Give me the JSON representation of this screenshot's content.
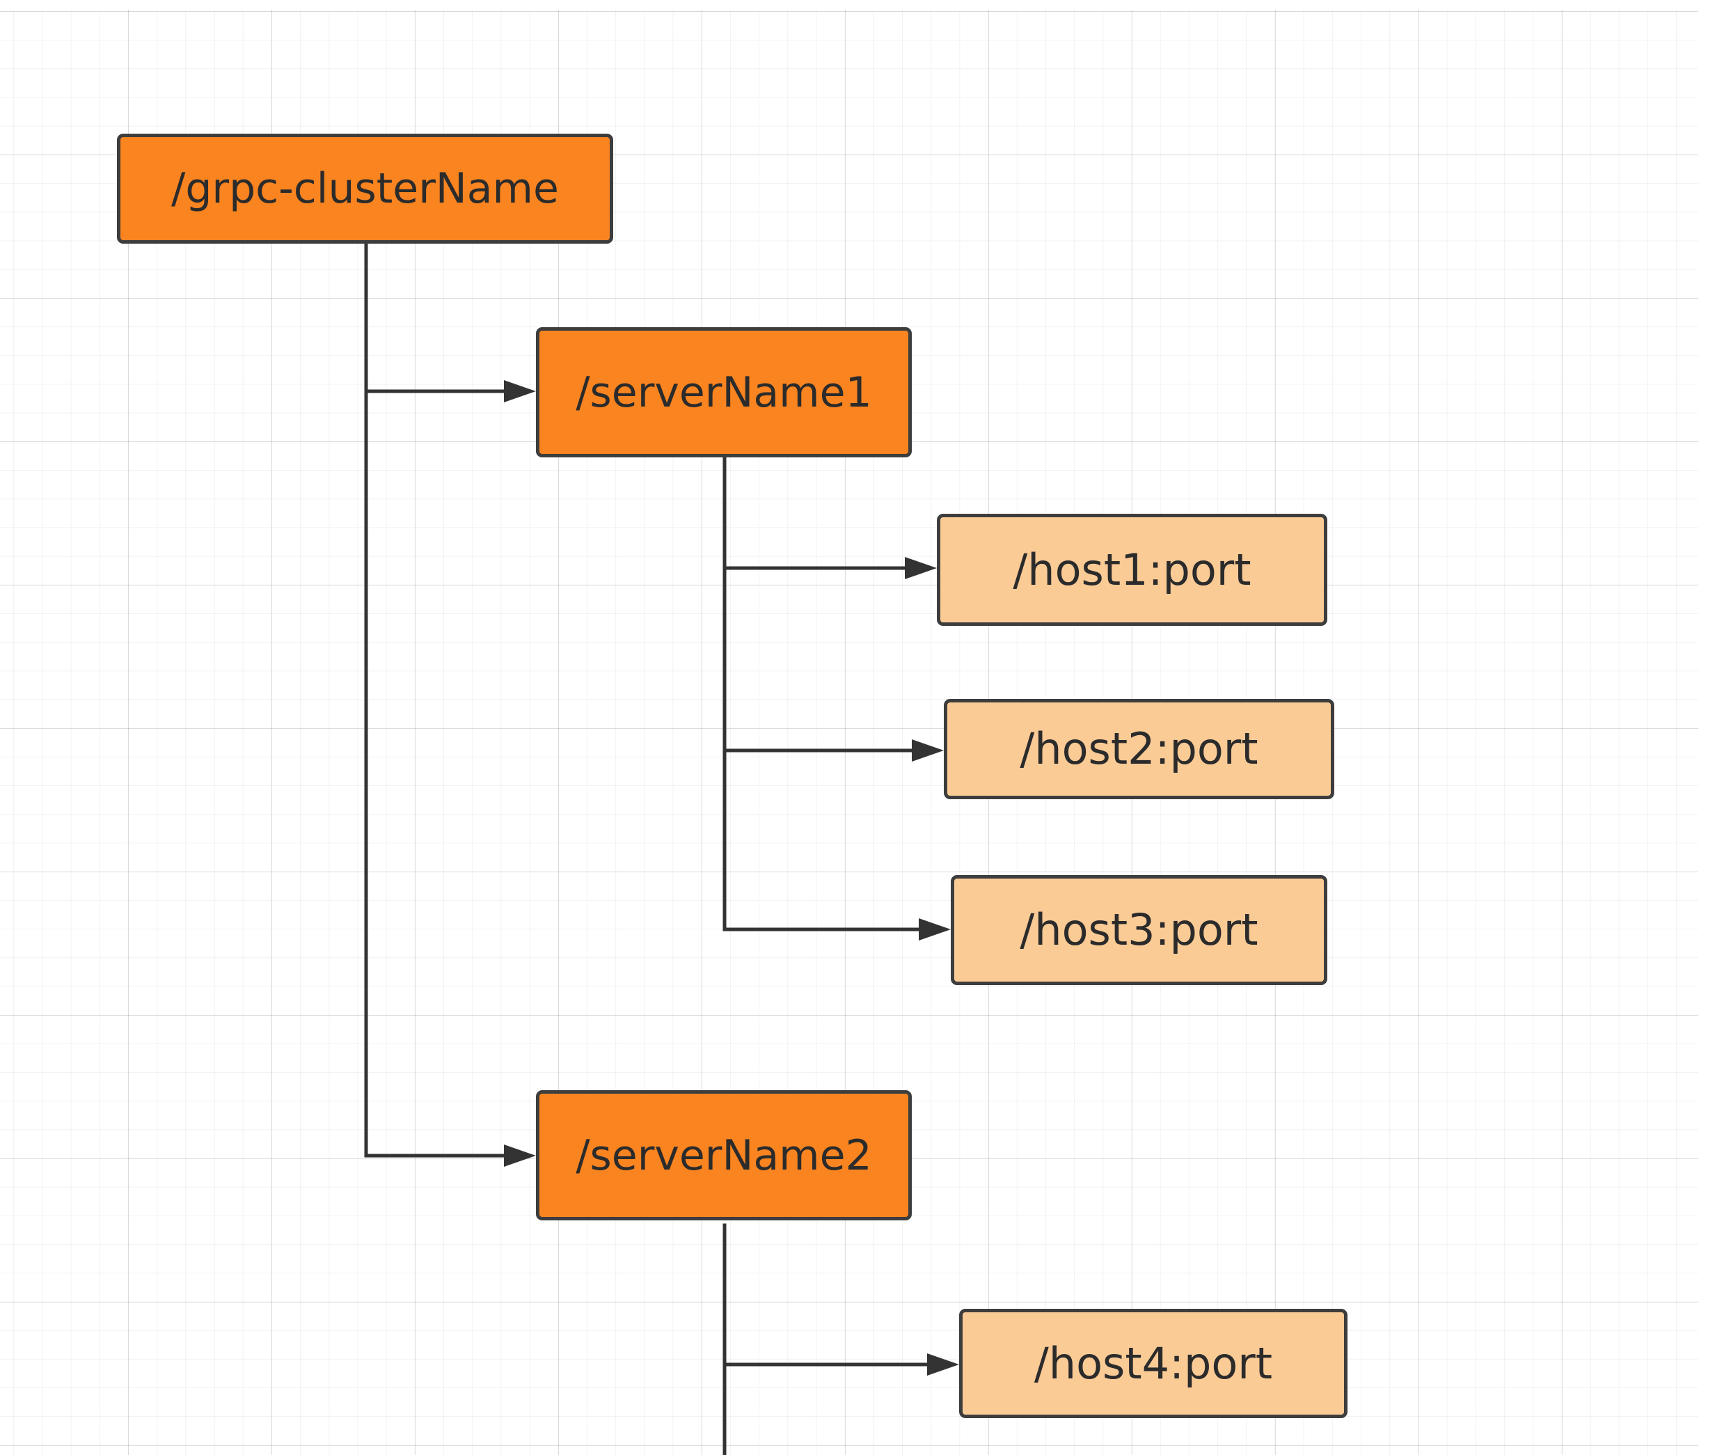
{
  "diagram": {
    "type": "tree",
    "colors": {
      "primary_fill": "#f98420",
      "secondary_fill": "#fbcb96",
      "border": "#3d3d3d",
      "connector": "#333333"
    },
    "nodes": {
      "root": {
        "label": "/grpc-clusterName",
        "style": "primary"
      },
      "server1": {
        "label": "/serverName1",
        "style": "primary"
      },
      "server2": {
        "label": "/serverName2",
        "style": "primary"
      },
      "host1": {
        "label": "/host1:port",
        "style": "secondary"
      },
      "host2": {
        "label": "/host2:port",
        "style": "secondary"
      },
      "host3": {
        "label": "/host3:port",
        "style": "secondary"
      },
      "host4": {
        "label": "/host4:port",
        "style": "secondary"
      }
    },
    "edges": [
      {
        "from": "root",
        "to": "server1"
      },
      {
        "from": "root",
        "to": "server2"
      },
      {
        "from": "server1",
        "to": "host1"
      },
      {
        "from": "server1",
        "to": "host2"
      },
      {
        "from": "server1",
        "to": "host3"
      },
      {
        "from": "server2",
        "to": "host4"
      }
    ]
  }
}
